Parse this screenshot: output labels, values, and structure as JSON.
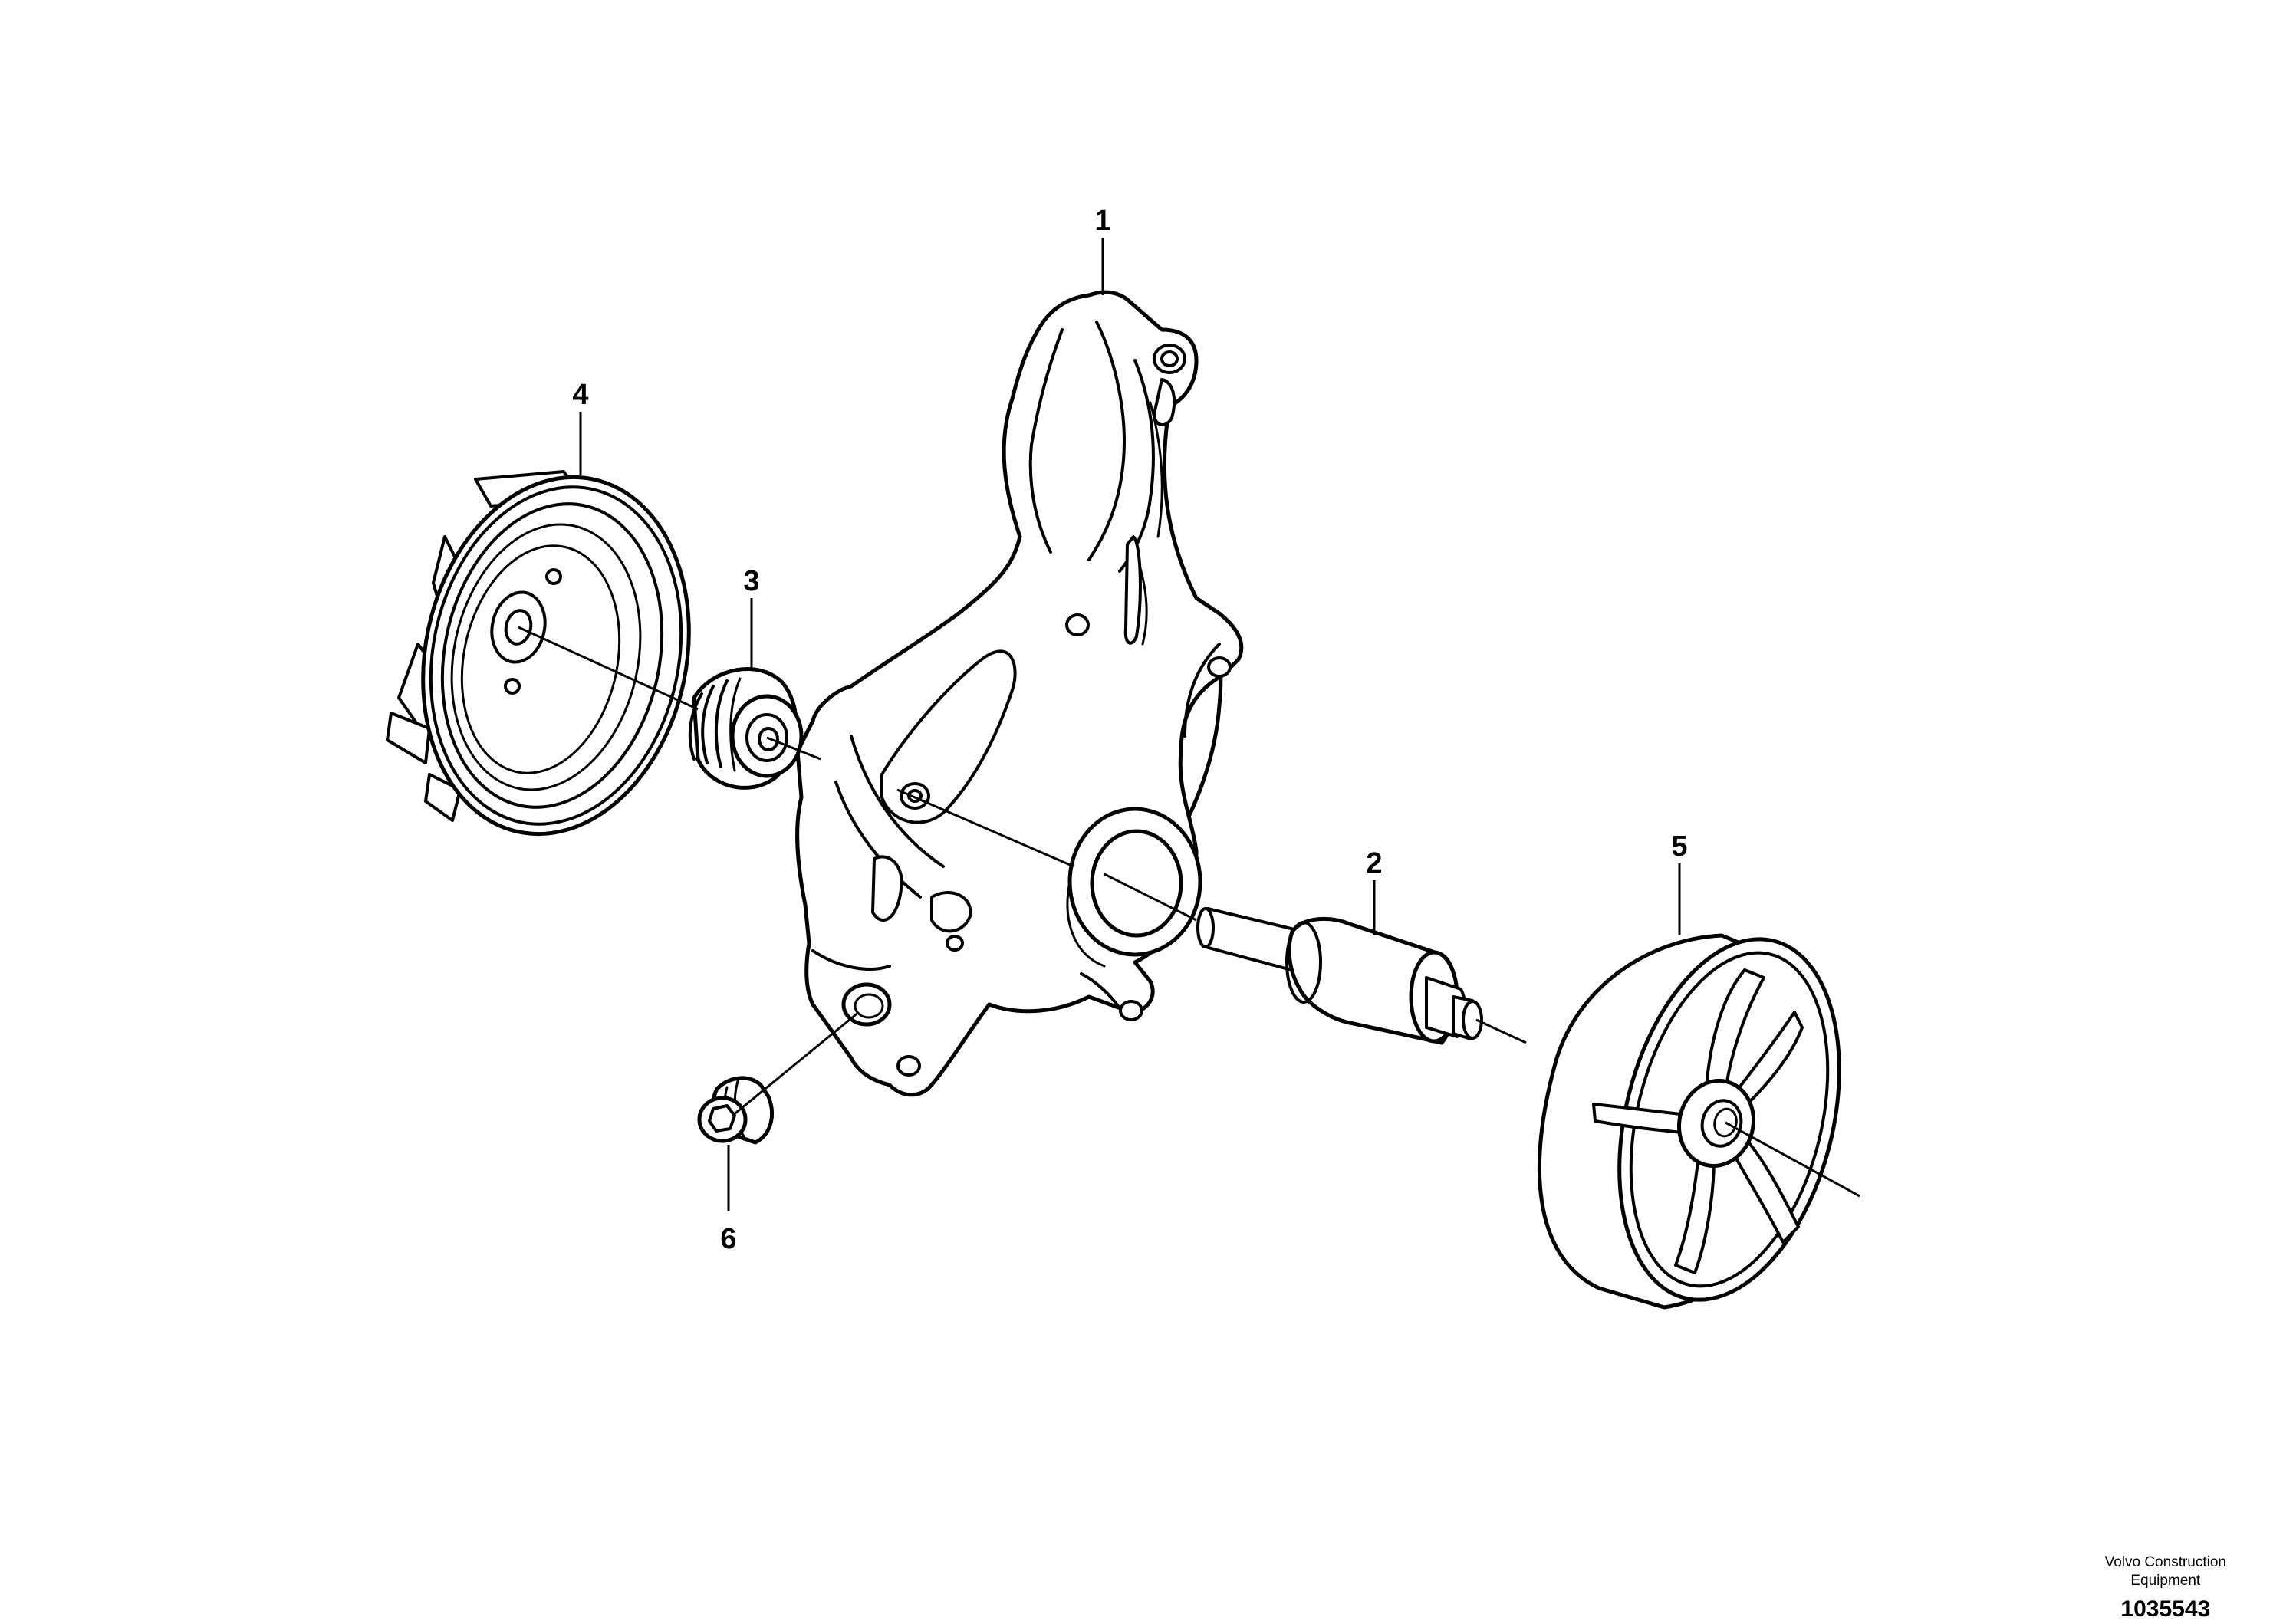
{
  "callouts": {
    "housing": "1",
    "shaft": "2",
    "seal": "3",
    "impeller": "4",
    "pulley": "5",
    "plug": "6"
  },
  "credit": {
    "maker_line1": "Volvo Construction",
    "maker_line2": "Equipment",
    "drawing_number": "1035543"
  }
}
